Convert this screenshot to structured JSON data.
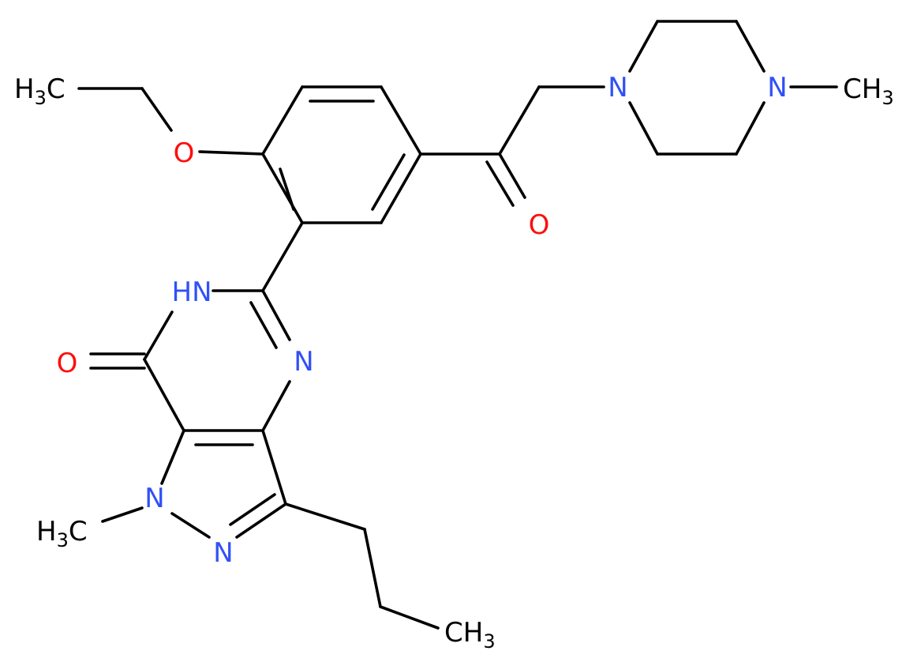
{
  "colors": {
    "carbon": "#000000",
    "oxygen": "#FF0D0D",
    "nitrogen": "#3050F8",
    "background": "#FFFFFF"
  },
  "labels": {
    "ethyl_ch3": {
      "main": "H",
      "sub": "3",
      "tail": "C"
    },
    "ether_o": "O",
    "ketone_o": "O",
    "pip_n1": "N",
    "pip_n4": "N",
    "pip_methyl": {
      "main": "CH",
      "sub": "3"
    },
    "nh": "HN",
    "amide_o": "O",
    "ring_n": "N",
    "pyrazole_n1": "N",
    "pyrazole_n2": "N",
    "n_methyl": {
      "main": "H",
      "sub": "3",
      "tail": "C"
    },
    "propyl_ch3": {
      "main": "CH",
      "sub": "3"
    }
  }
}
